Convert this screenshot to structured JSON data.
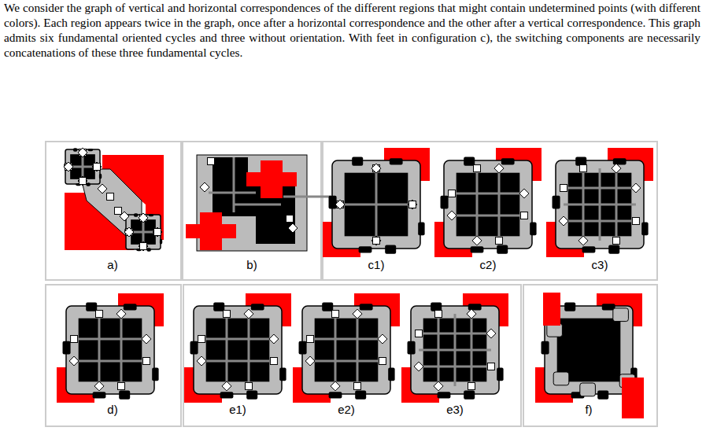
{
  "diagram": {
    "labels": [
      "We consider the graph of vertical and horizontal correspondences of the different regions that might contain undetermined points (with different colors). Each region appears twice in the graph, once after a horizontal correspondence and the other after a vertical correspondence. This graph admits six fundamental oriented cycles and three without orientation. With feet in configuration c), the switching components are necessarily concatenations of these three fundamental cycles.",
      "a)",
      "b)",
      "c1)",
      "c2)",
      "c3)",
      "d)",
      "e1)",
      "e2)",
      "e3)",
      "f)"
    ]
  }
}
